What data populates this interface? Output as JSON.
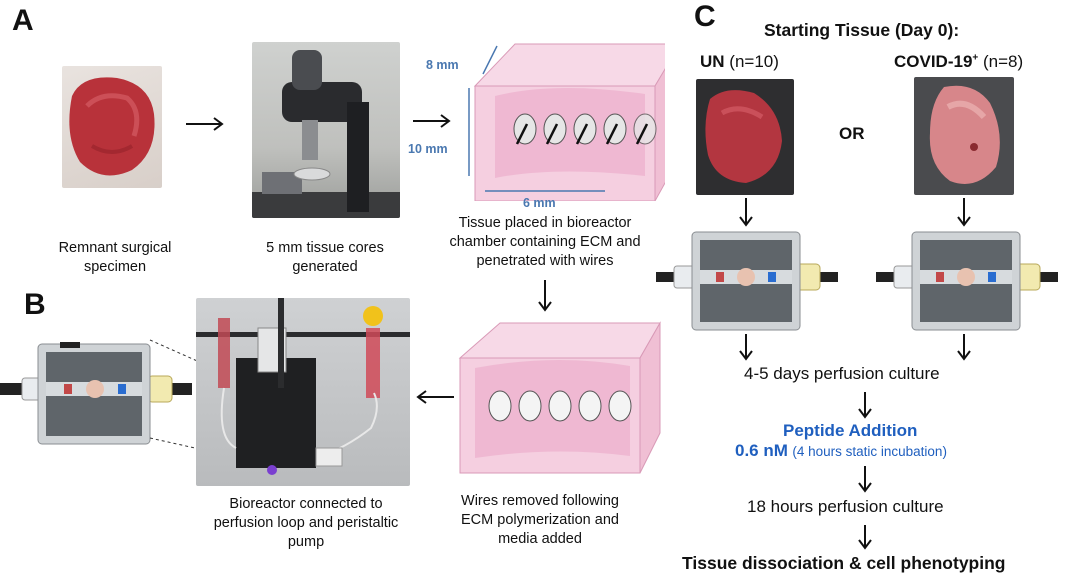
{
  "panels": {
    "a": "A",
    "b": "B",
    "c": "C"
  },
  "panel_a": {
    "caption_specimen": [
      "Remnant surgical",
      "specimen"
    ],
    "caption_cores": [
      "5 mm tissue cores",
      "generated"
    ],
    "caption_chamber": [
      "Tissue placed in bioreactor",
      "chamber containing ECM and",
      "penetrated with wires"
    ],
    "dims": {
      "depth": "8 mm",
      "height": "10 mm",
      "width": "6 mm"
    }
  },
  "panel_b": {
    "caption_wires": [
      "Wires removed following",
      "ECM polymerization and",
      "media added"
    ],
    "caption_bioreactor": [
      "Bioreactor connected to",
      "perfusion loop and peristaltic",
      "pump"
    ]
  },
  "panel_c": {
    "title": "Starting Tissue (Day 0):",
    "un_label": "UN",
    "un_n": "(n=10)",
    "covid_label": "COVID-19",
    "covid_sup": "+",
    "covid_n": "(n=8)",
    "or": "OR",
    "step1": "4-5 days perfusion culture",
    "peptide_title": "Peptide Addition",
    "peptide_dose": "0.6 nM",
    "peptide_note": "(4 hours static incubation)",
    "step2": "18 hours perfusion culture",
    "step3": "Tissue dissociation & cell phenotyping"
  },
  "colors": {
    "accent_blue": "#1f5fbf",
    "tissue_red": "#b8323a",
    "chamber_pink": "#f2c2d6"
  },
  "icons": [
    "arrow-right-icon",
    "arrow-down-icon",
    "arrow-left-icon"
  ]
}
